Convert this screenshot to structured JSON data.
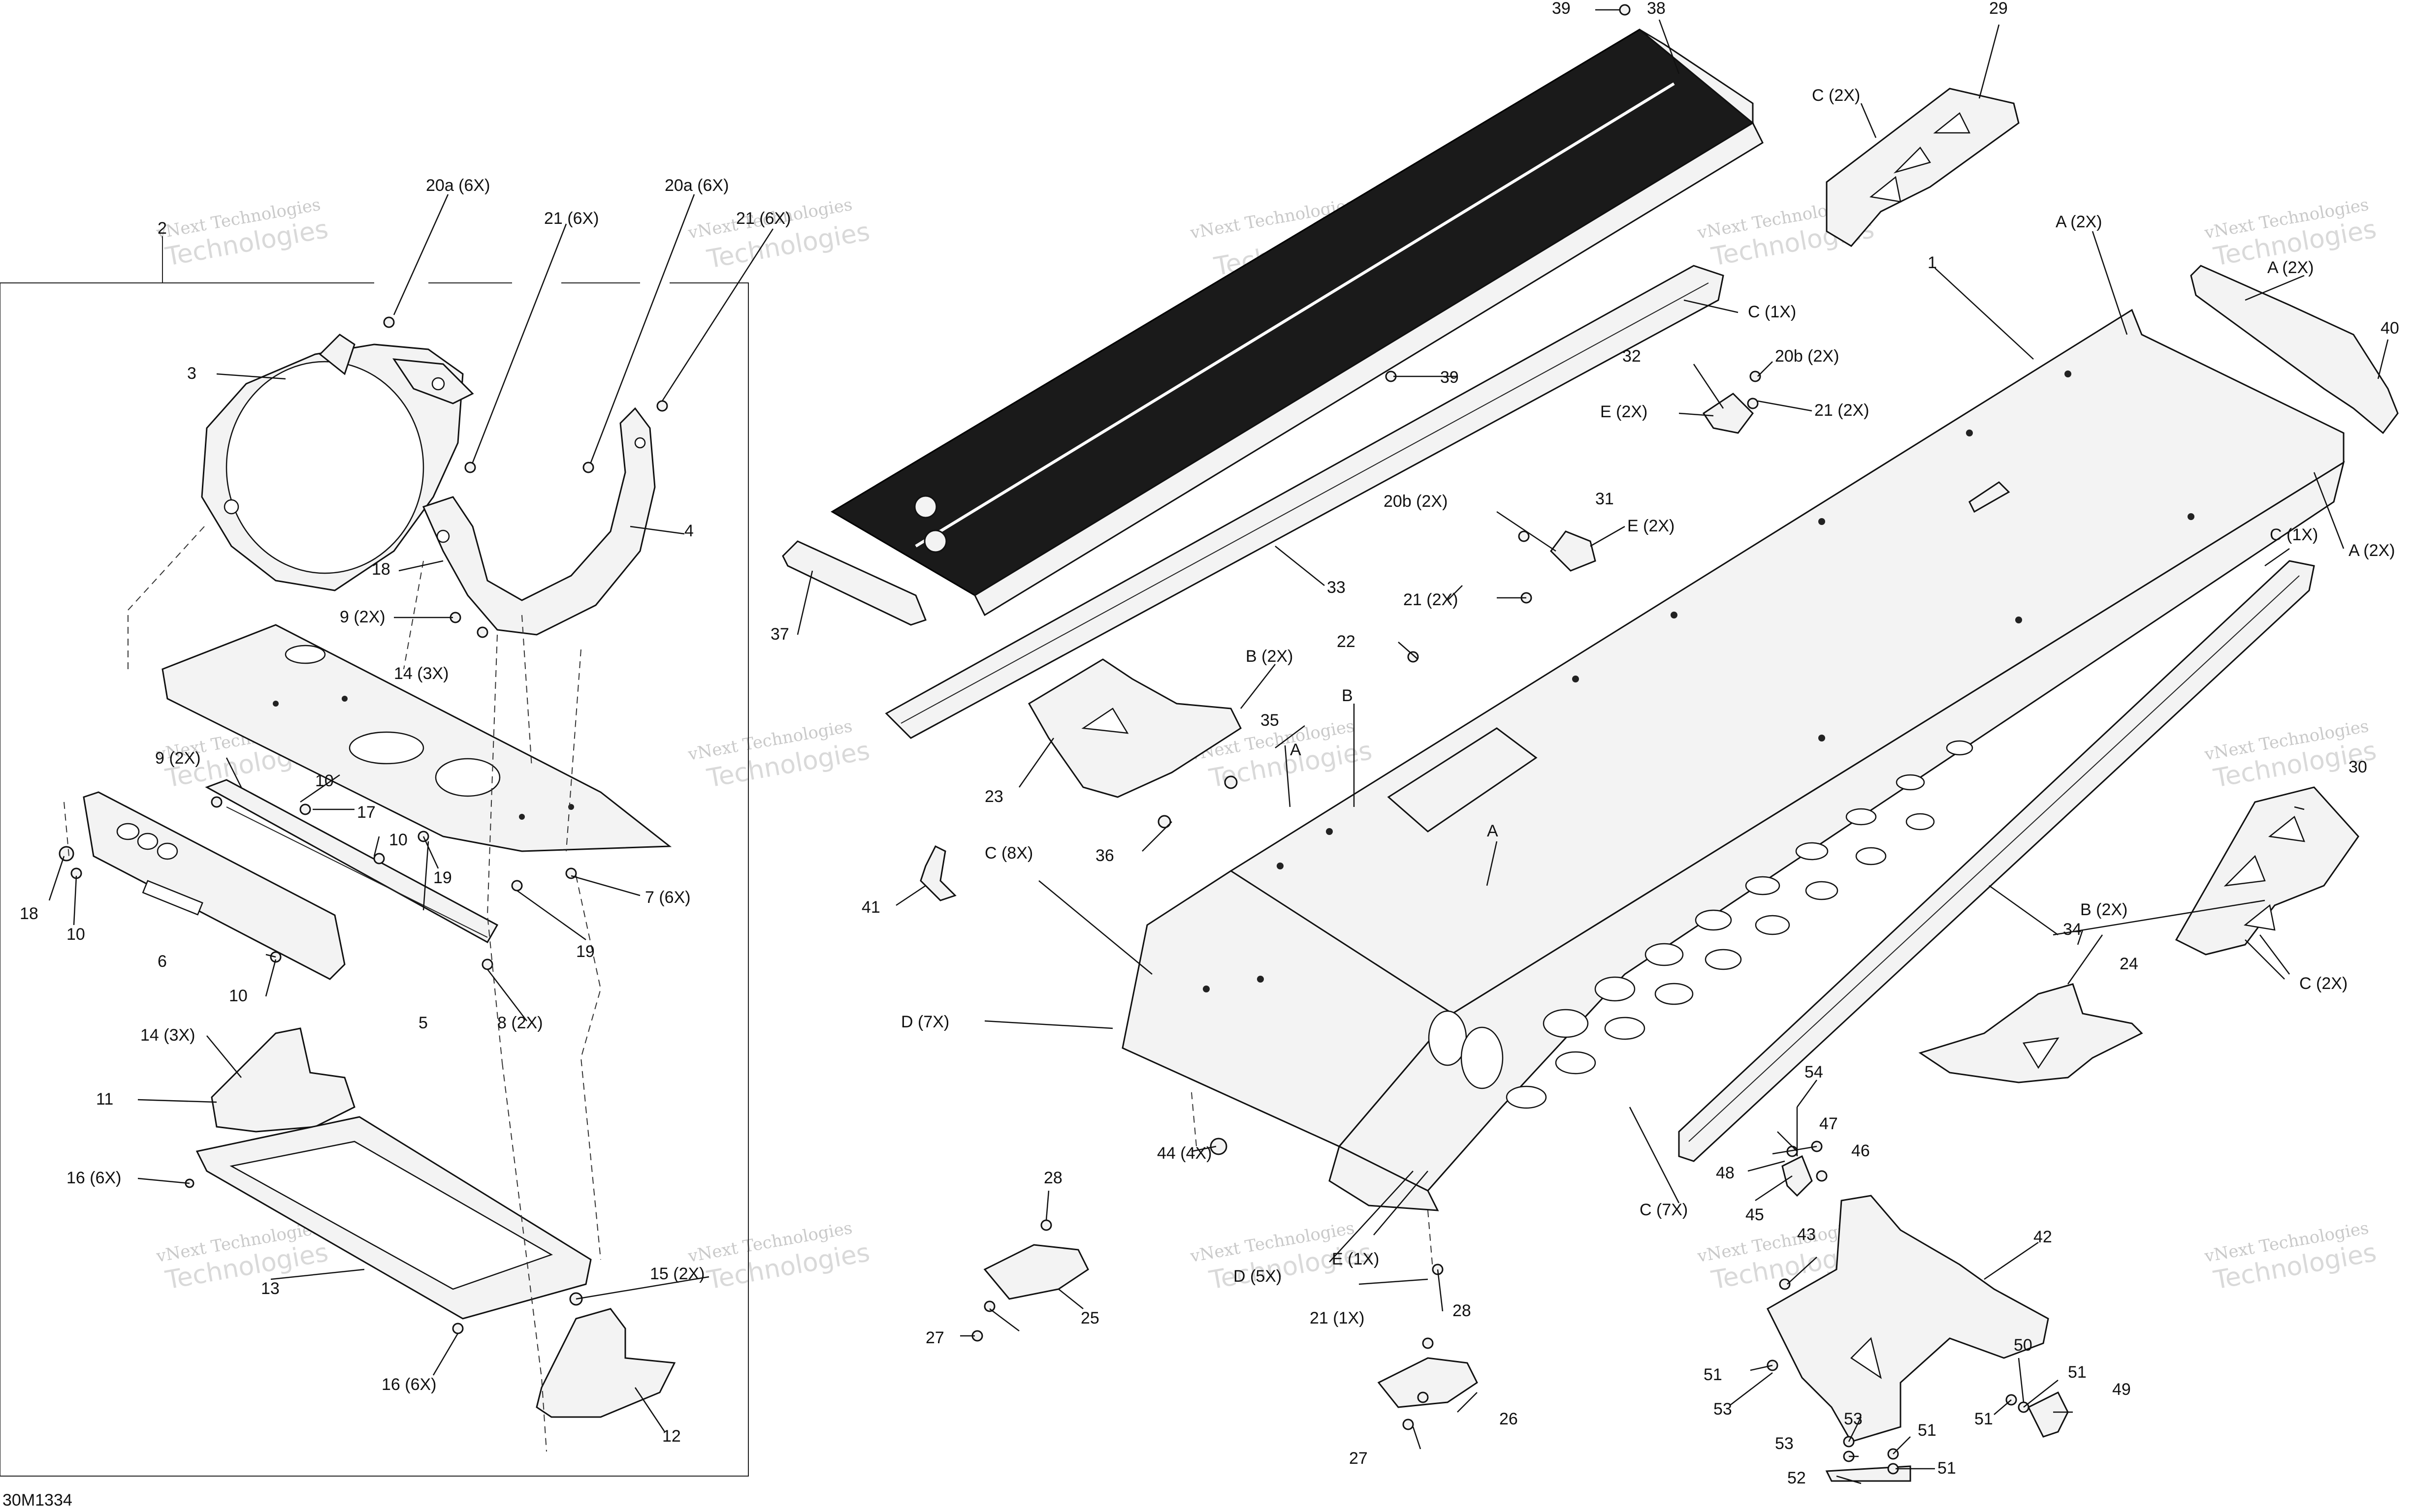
{
  "diagram": {
    "code": "30M1334",
    "watermark": [
      "vNext Technologies",
      "vNext",
      "Technologies"
    ],
    "labels": [
      "39",
      "38",
      "29",
      "C (2X)",
      "20a (6X)",
      "21 (6X)",
      "20a (6X)",
      "21 (6X)",
      "2",
      "C (1X)",
      "A (2X)",
      "1",
      "A (2X)",
      "40",
      "39",
      "32",
      "20b (2X)",
      "E (2X)",
      "21 (2X)",
      "3",
      "4",
      "18",
      "9 (2X)",
      "14 (3X)",
      "20b (2X)",
      "31",
      "E (2X)",
      "21 (2X)",
      "33",
      "37",
      "A (2X)",
      "C (1X)",
      "22",
      "B (2X)",
      "35",
      "A",
      "B",
      "A",
      "23",
      "9 (2X)",
      "10",
      "17",
      "10",
      "19",
      "7 (6X)",
      "18",
      "10",
      "6",
      "5",
      "19",
      "36",
      "C (8X)",
      "41",
      "8 (2X)",
      "10",
      "D (7X)",
      "30",
      "34",
      "B (2X)",
      "24",
      "C (2X)",
      "14 (3X)",
      "11",
      "54",
      "47",
      "46",
      "48",
      "45",
      "44 (4X)",
      "28",
      "16 (6X)",
      "C (7X)",
      "43",
      "42",
      "E (1X)",
      "D (5X)",
      "21 (1X)",
      "15 (2X)",
      "13",
      "25",
      "27",
      "28",
      "50",
      "51",
      "49",
      "51",
      "53",
      "26",
      "53",
      "51",
      "53",
      "51",
      "51",
      "16 (6X)",
      "12",
      "27",
      "52"
    ]
  }
}
